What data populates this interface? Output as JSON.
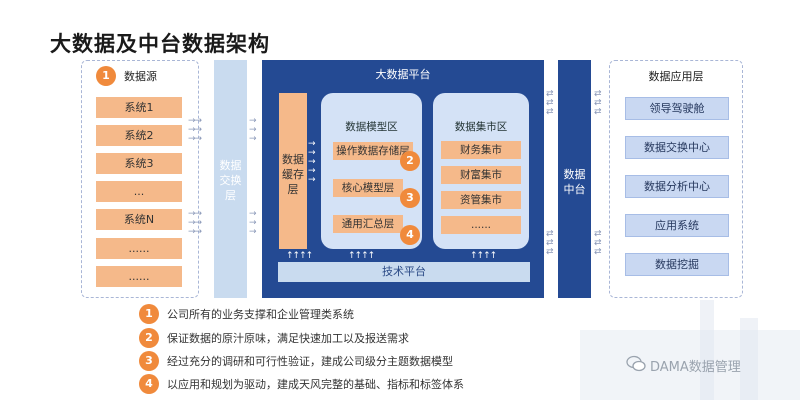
{
  "title": "大数据及中台数据架构",
  "data_source": {
    "badge": "1",
    "title": "数据源",
    "items": [
      "系统1",
      "系统2",
      "系统3",
      "...",
      "系统N",
      "......",
      "......"
    ]
  },
  "data_exchange": {
    "label": "数据\n交换\n层"
  },
  "platform": {
    "title": "大数据平台",
    "cache_layer": "数据\n缓存\n层",
    "model_zone": {
      "title": "数据模型区",
      "layers": [
        "操作数据存储层",
        "核心模型层",
        "通用汇总层"
      ]
    },
    "mart_zone": {
      "title": "数据集市区",
      "items": [
        "财务集市",
        "财富集市",
        "资管集市",
        "......"
      ]
    },
    "badges": [
      "2",
      "3",
      "4"
    ],
    "tech_platform": "技术平台"
  },
  "data_middle": {
    "label": "数据\n中台"
  },
  "app_layer": {
    "title": "数据应用层",
    "items": [
      "领导驾驶舱",
      "数据交换中心",
      "数据分析中心",
      "应用系统",
      "数据挖掘"
    ]
  },
  "notes": [
    {
      "num": "1",
      "text": "公司所有的业务支撑和企业管理类系统"
    },
    {
      "num": "2",
      "text": "保证数据的原汁原味，满足快速加工以及报送需求"
    },
    {
      "num": "3",
      "text": "经过充分的调研和可行性验证，建成公司级分主题数据模型"
    },
    {
      "num": "4",
      "text": "以应用和规划为驱动，建成天风完整的基础、指标和标签体系"
    }
  ],
  "watermark": "DAMA数据管理",
  "colors": {
    "platform": "#244a93",
    "orange": "#f5b98a",
    "badge": "#f08a3c",
    "light_blue": "#c9dbef"
  }
}
